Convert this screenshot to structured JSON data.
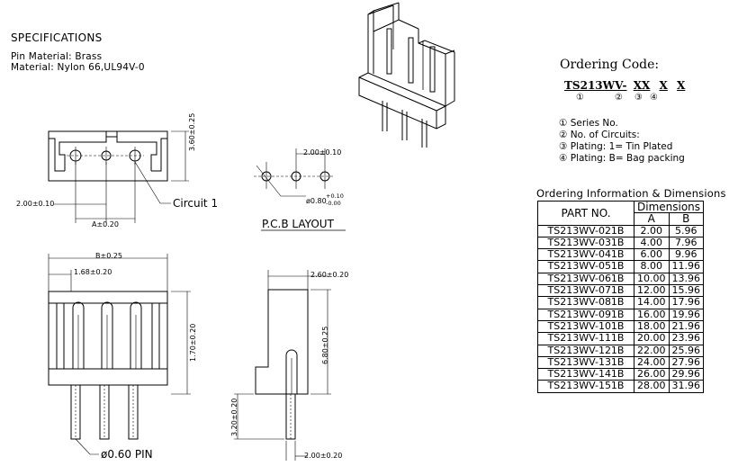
{
  "specs": {
    "title": "SPECIFICATIONS",
    "lines": [
      "Pin Material: Brass",
      "Material: Nylon 66,UL94V-0"
    ]
  },
  "ordering_code": {
    "title": "Ordering Code:",
    "prefix": "TS213WV-",
    "segments": [
      "XX",
      "X",
      "X"
    ],
    "circled_numbers": [
      "①",
      "②",
      "③",
      "④"
    ],
    "items": [
      "① Series No.",
      "② No. of Circuits:",
      "③ Plating: 1= Tin Plated",
      "④ Plating: B= Bag packing"
    ]
  },
  "table": {
    "title": "Ordering Information & Dimensions",
    "header": {
      "part": "PART NO.",
      "group": "Dimensions",
      "col_a": "A",
      "col_b": "B"
    },
    "rows": [
      {
        "part": "TS213WV-021B",
        "a": "2.00",
        "b": "5.96"
      },
      {
        "part": "TS213WV-031B",
        "a": "4.00",
        "b": "7.96"
      },
      {
        "part": "TS213WV-041B",
        "a": "6.00",
        "b": "9.96"
      },
      {
        "part": "TS213WV-051B",
        "a": "8.00",
        "b": "11.96"
      },
      {
        "part": "TS213WV-061B",
        "a": "10.00",
        "b": "13.96"
      },
      {
        "part": "TS213WV-071B",
        "a": "12.00",
        "b": "15.96"
      },
      {
        "part": "TS213WV-081B",
        "a": "14.00",
        "b": "17.96"
      },
      {
        "part": "TS213WV-091B",
        "a": "16.00",
        "b": "19.96"
      },
      {
        "part": "TS213WV-101B",
        "a": "18.00",
        "b": "21.96"
      },
      {
        "part": "TS213WV-111B",
        "a": "20.00",
        "b": "23.96"
      },
      {
        "part": "TS213WV-121B",
        "a": "22.00",
        "b": "25.96"
      },
      {
        "part": "TS213WV-131B",
        "a": "24.00",
        "b": "27.96"
      },
      {
        "part": "TS213WV-141B",
        "a": "26.00",
        "b": "29.96"
      },
      {
        "part": "TS213WV-151B",
        "a": "28.00",
        "b": "31.96"
      }
    ]
  },
  "drawing": {
    "top_height": "3.60±0.25",
    "pitch_left": "2.00±0.10",
    "dim_a": "A±0.20",
    "circuit_label": "Circuit 1",
    "pcb_pitch": "2.00±0.10",
    "pcb_hole": "ø0.80",
    "pcb_hole_tol_plus": "+0.10",
    "pcb_hole_tol_minus": "-0.00",
    "pcb_caption": "P.C.B LAYOUT",
    "dim_b": "B±0.25",
    "dim_168": "1.68±0.20",
    "dim_170": "1.70±0.20",
    "pin_caption": "ø0.60 PIN",
    "side_width": "2.60±0.20",
    "side_height": "6.80±0.25",
    "pin_length": "3.20±0.20",
    "pin_pitch_bottom": "2.00±0.20"
  }
}
